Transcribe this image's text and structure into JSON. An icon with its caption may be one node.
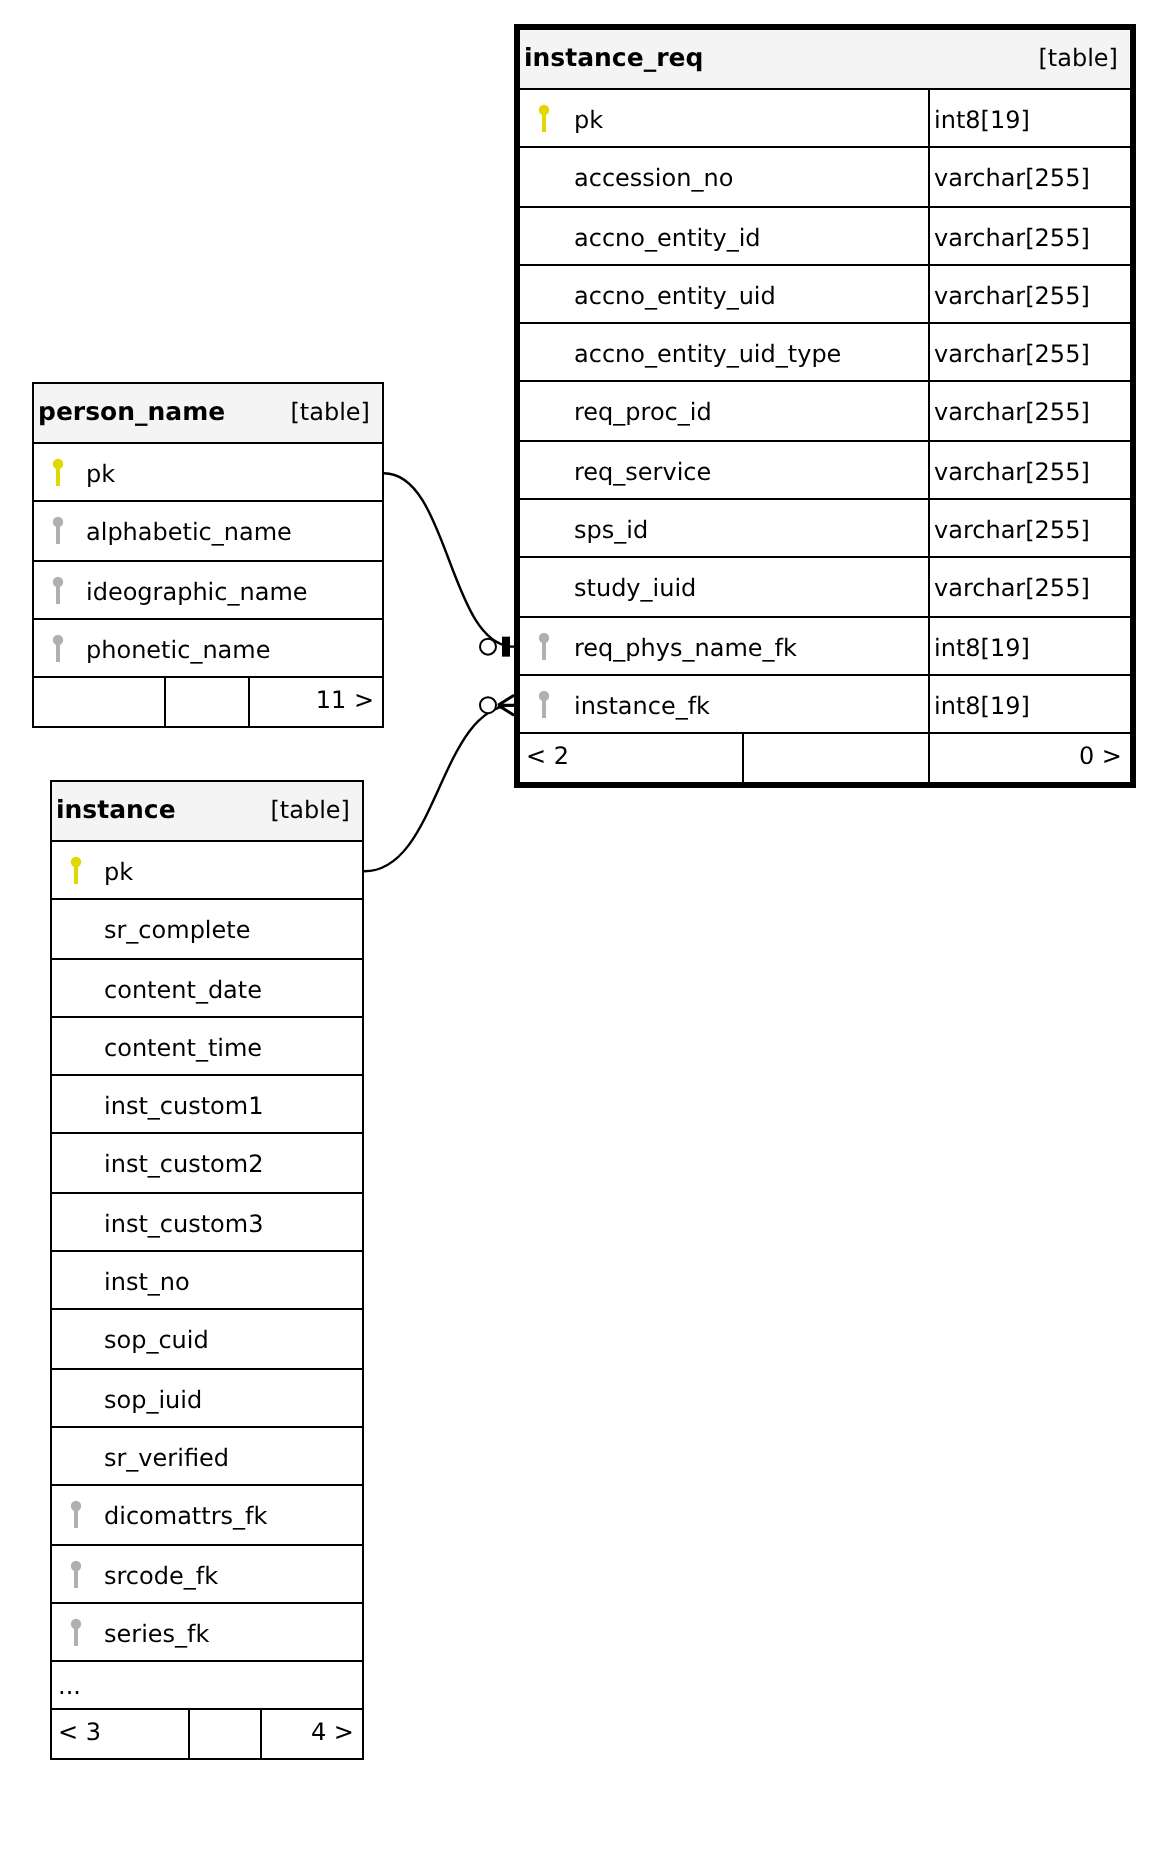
{
  "diagram": {
    "nodes": [
      {
        "text": [
          "instance_req",
          "[table]"
        ]
      },
      {
        "text": [
          "pk",
          "int8[19]"
        ],
        "in": 0
      },
      {
        "text": [
          "accession_no",
          "varchar[255]"
        ],
        "in": 0
      },
      {
        "text": [
          "accno_entity_id",
          "varchar[255]"
        ],
        "in": 0
      },
      {
        "text": [
          "accno_entity_uid",
          "varchar[255]"
        ],
        "in": 0
      },
      {
        "text": [
          "accno_entity_uid_type",
          "varchar[255]"
        ],
        "in": 0
      },
      {
        "text": [
          "req_proc_id",
          "varchar[255]"
        ],
        "in": 0
      },
      {
        "text": [
          "req_service",
          "varchar[255]"
        ],
        "in": 0
      },
      {
        "text": [
          "sps_id",
          "varchar[255]"
        ],
        "in": 0
      },
      {
        "text": [
          "study_iuid",
          "varchar[255]"
        ],
        "in": 0
      },
      {
        "text": [
          "req_phys_name_fk",
          "int8[19]"
        ],
        "in": 0
      },
      {
        "text": [
          "instance_fk",
          "int8[19]"
        ],
        "in": 0
      },
      {
        "text": [
          "< 2",
          "0 >"
        ],
        "in": 0
      },
      {
        "text": [
          "person_name",
          "[table]"
        ]
      },
      {
        "text": [
          "pk"
        ],
        "in": 13
      },
      {
        "text": [
          "alphabetic_name"
        ],
        "in": 13
      },
      {
        "text": [
          "ideographic_name"
        ],
        "in": 13
      },
      {
        "text": [
          "phonetic_name"
        ],
        "in": 13
      },
      {
        "text": [
          "11 >"
        ],
        "in": 13
      },
      {
        "text": [
          "instance",
          "[table]"
        ]
      },
      {
        "text": [
          "pk"
        ],
        "in": 19
      },
      {
        "text": [
          "sr_complete"
        ],
        "in": 19
      },
      {
        "text": [
          "content_date"
        ],
        "in": 19
      },
      {
        "text": [
          "content_time"
        ],
        "in": 19
      },
      {
        "text": [
          "inst_custom1"
        ],
        "in": 19
      },
      {
        "text": [
          "inst_custom2"
        ],
        "in": 19
      },
      {
        "text": [
          "inst_custom3"
        ],
        "in": 19
      },
      {
        "text": [
          "inst_no"
        ],
        "in": 19
      },
      {
        "text": [
          "sop_cuid"
        ],
        "in": 19
      },
      {
        "text": [
          "sop_iuid"
        ],
        "in": 19
      },
      {
        "text": [
          "sr_verified"
        ],
        "in": 19
      },
      {
        "text": [
          "dicomattrs_fk"
        ],
        "in": 19
      },
      {
        "text": [
          "srcode_fk"
        ],
        "in": 19
      },
      {
        "text": [
          "series_fk"
        ],
        "in": 19
      },
      {
        "text": [
          "..."
        ],
        "in": 19
      },
      {
        "text": [
          "< 3",
          "4 >"
        ],
        "in": 19
      }
    ],
    "edges": [
      {
        "from": 14,
        "to": 10,
        "arrow": "other"
      },
      {
        "from": 20,
        "to": 11,
        "arrow": "other"
      }
    ]
  }
}
